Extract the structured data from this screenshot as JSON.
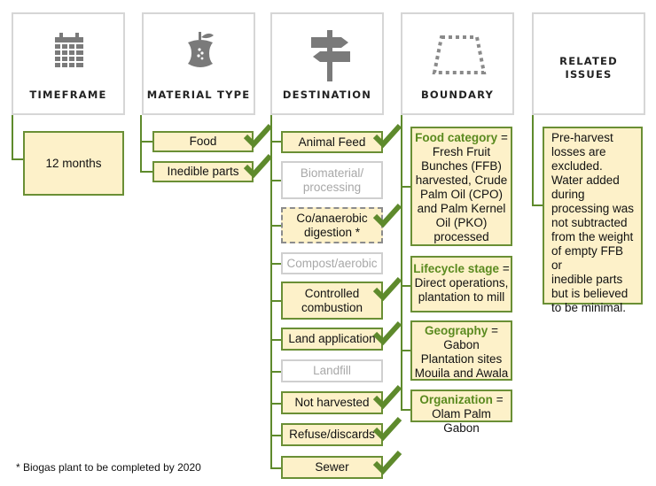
{
  "headers": {
    "timeframe": "TIMEFRAME",
    "material_type": "MATERIAL TYPE",
    "destination": "DESTINATION",
    "boundary": "BOUNDARY",
    "related_issues_line1": "RELATED",
    "related_issues_line2": "ISSUES"
  },
  "timeframe_value": "12 months",
  "material_types": [
    "Food",
    "Inedible parts"
  ],
  "destinations": [
    {
      "line1": "Animal Feed",
      "line2": "",
      "selected": true
    },
    {
      "line1": "Biomaterial/",
      "line2": "processing",
      "selected": false
    },
    {
      "line1": "Co/anaerobic",
      "line2": "digestion *",
      "selected": true
    },
    {
      "line1": "Compost/aerobic",
      "line2": "",
      "selected": false
    },
    {
      "line1": "Controlled",
      "line2": "combustion",
      "selected": true
    },
    {
      "line1": "Land application",
      "line2": "",
      "selected": true
    },
    {
      "line1": "Landfill",
      "line2": "",
      "selected": false
    },
    {
      "line1": "Not harvested",
      "line2": "",
      "selected": true
    },
    {
      "line1": "Refuse/discards",
      "line2": "",
      "selected": true
    },
    {
      "line1": "Sewer",
      "line2": "",
      "selected": true
    }
  ],
  "boundary": {
    "food_category": {
      "label": "Food category",
      "suffix": " =",
      "lines": [
        "Fresh Fruit",
        "Bunches (FFB)",
        "harvested, Crude",
        "Palm Oil (CPO)",
        "and Palm Kernel",
        "Oil (PKO)",
        "processed"
      ]
    },
    "lifecycle_stage": {
      "label": "Lifecycle stage",
      "suffix": " =",
      "lines": [
        "Direct operations,",
        "plantation to mill"
      ]
    },
    "geography": {
      "label": "Geography",
      "suffix": " =",
      "lines": [
        "Gabon",
        "Plantation sites",
        "Mouila and Awala"
      ]
    },
    "organization": {
      "label": "Organization",
      "suffix": " =",
      "lines": [
        "Olam Palm Gabon"
      ]
    }
  },
  "related_issues": [
    "Pre-harvest",
    "losses are",
    "excluded.",
    "Water added",
    "during",
    "processing was",
    "not subtracted",
    "from the weight",
    "of empty FFB or",
    "inedible parts",
    "but is believed",
    "to be minimal."
  ],
  "footnote": "* Biogas plant to be completed by 2020",
  "colors": {
    "accent_green": "#6a8f35",
    "selected_fill": "#fdf1c9",
    "check_green": "#5e8a2c"
  },
  "icons": [
    "calendar-icon",
    "apple-core-icon",
    "signpost-icon",
    "dotted-boundary-icon",
    "check-icon"
  ]
}
